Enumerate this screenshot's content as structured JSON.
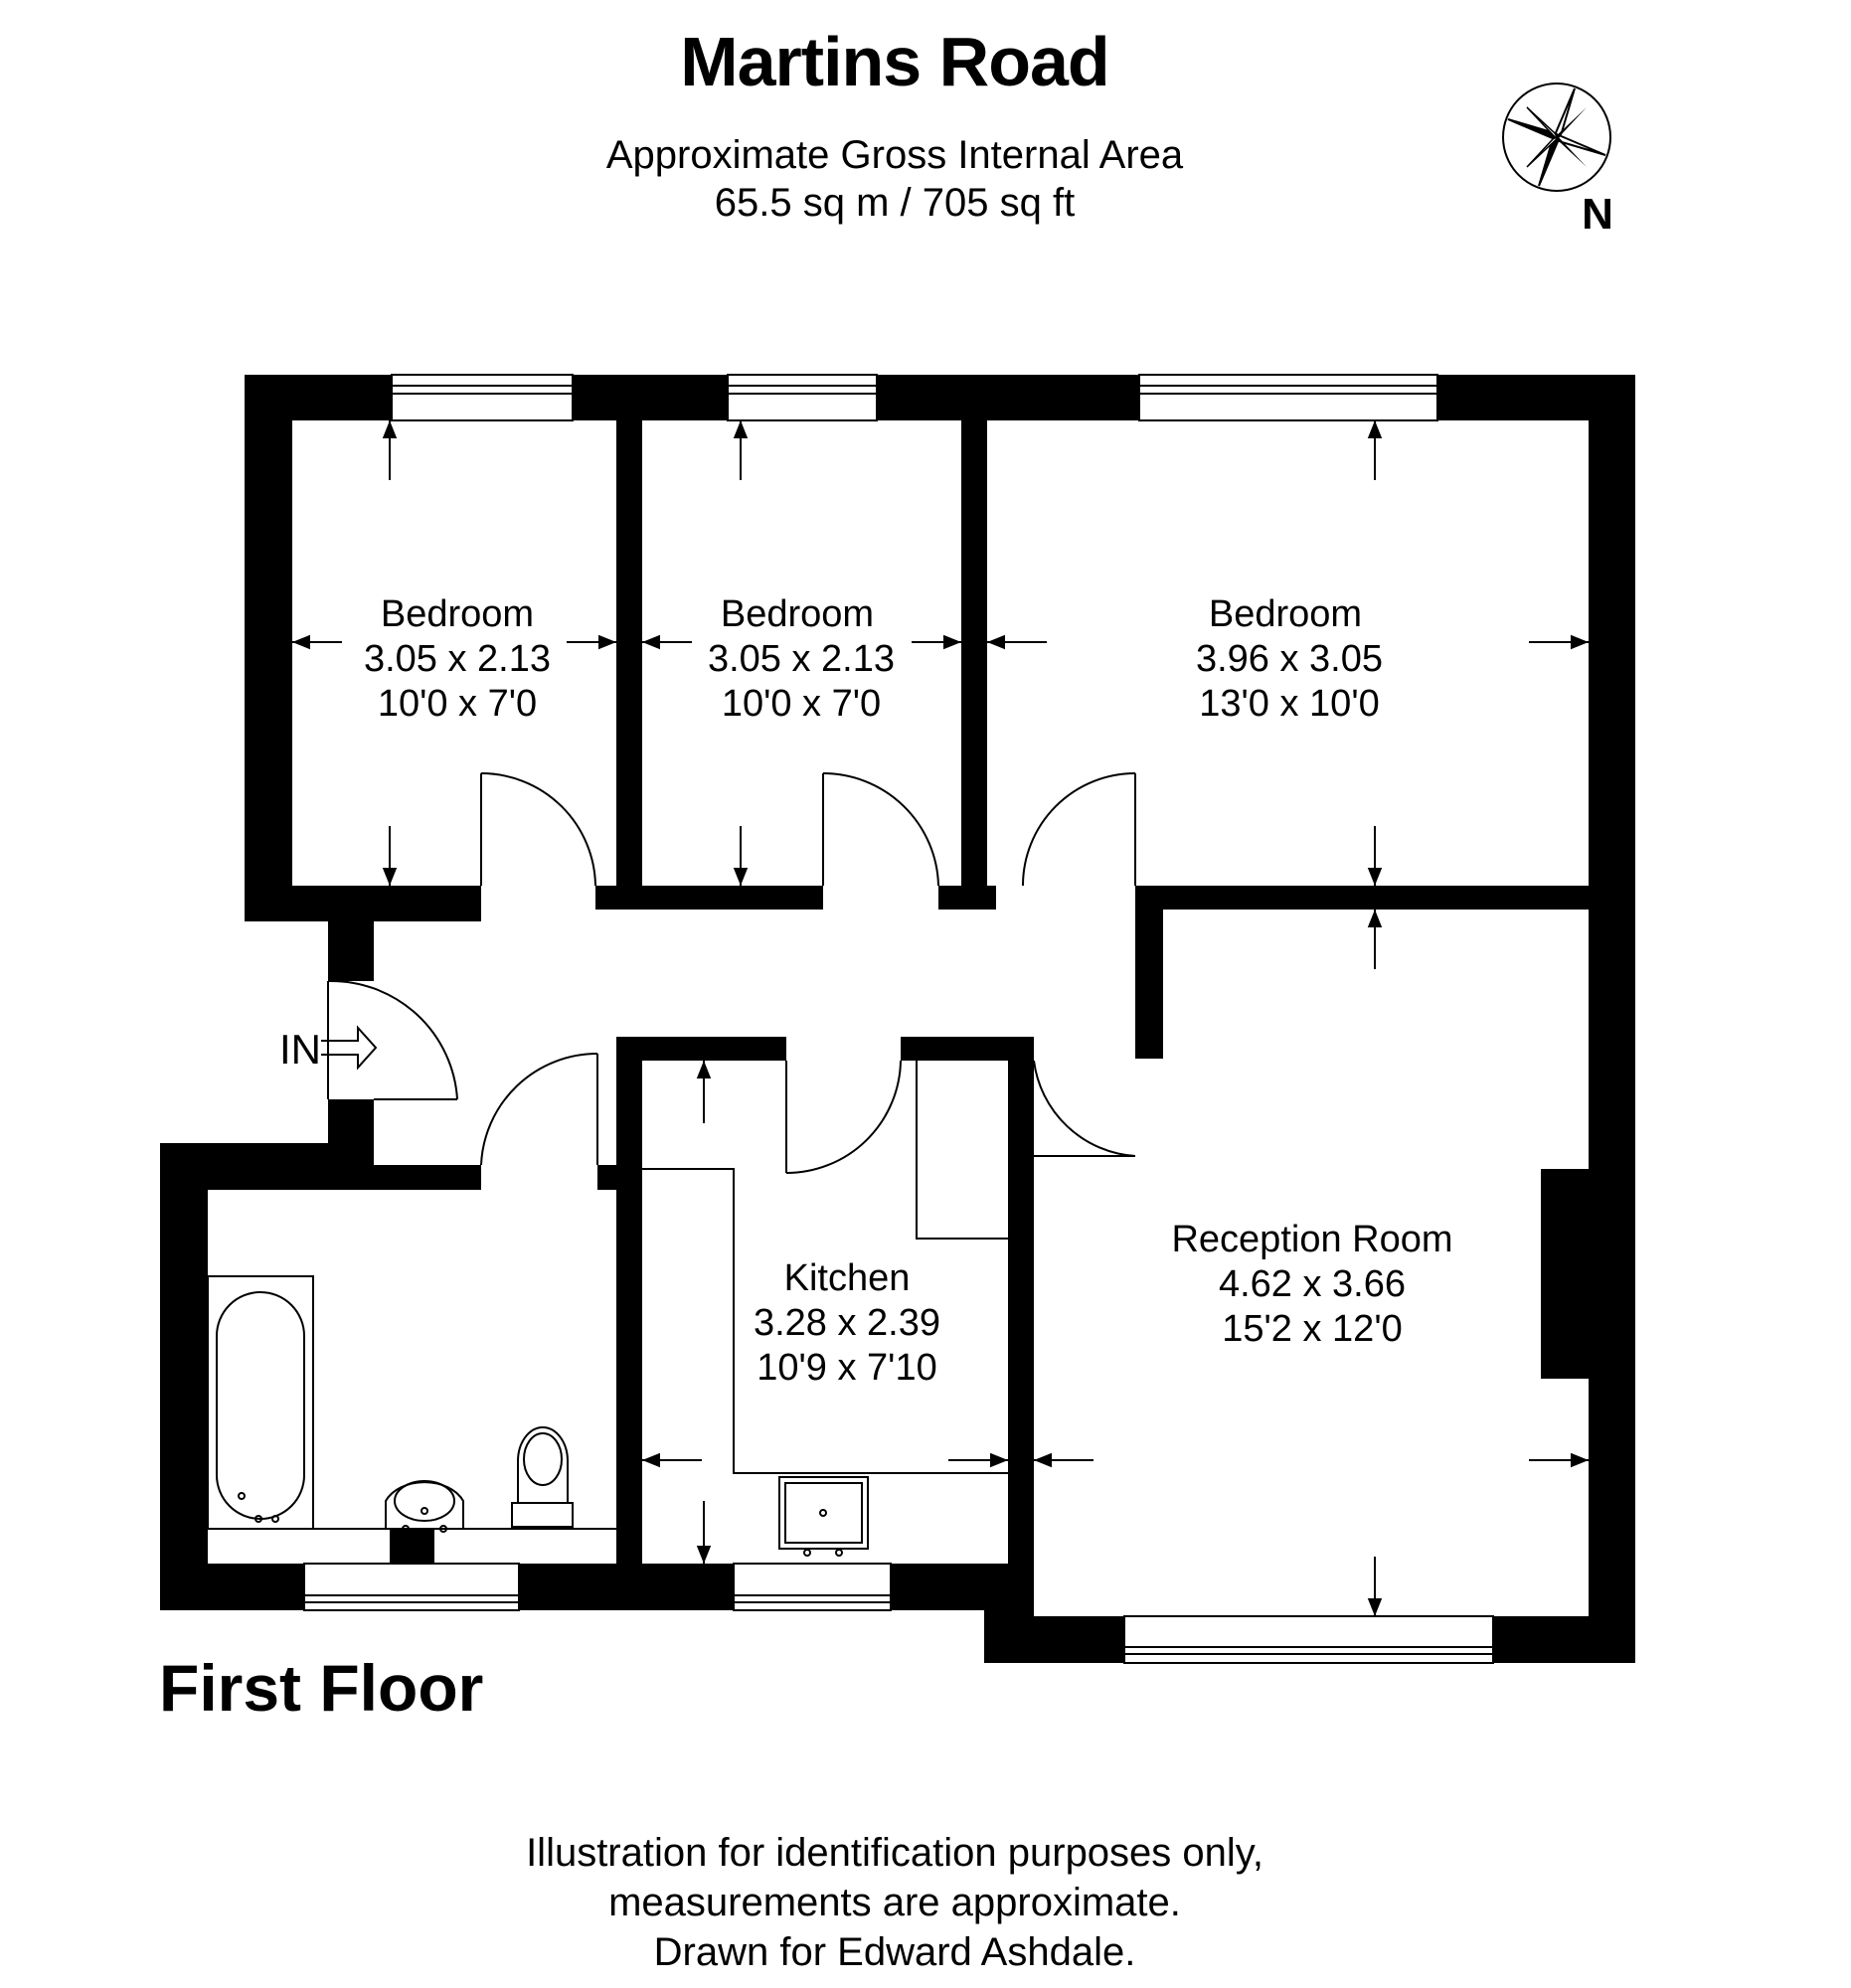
{
  "header": {
    "title": "Martins Road",
    "area_label": "Approximate Gross Internal Area",
    "area_value": "65.5 sq m / 705 sq ft"
  },
  "compass": {
    "label": "N",
    "icon": "north-compass-icon"
  },
  "entrance_label": "IN",
  "rooms": [
    {
      "name": "Bedroom",
      "metric": "3.05 x 2.13",
      "imperial": "10'0 x 7'0"
    },
    {
      "name": "Bedroom",
      "metric": "3.05 x 2.13",
      "imperial": "10'0 x 7'0"
    },
    {
      "name": "Bedroom",
      "metric": "3.96 x 3.05",
      "imperial": "13'0 x 10'0"
    },
    {
      "name": "Kitchen",
      "metric": "3.28 x 2.39",
      "imperial": "10'9 x 7'10"
    },
    {
      "name": "Reception Room",
      "metric": "4.62 x 3.66",
      "imperial": "15'2 x 12'0"
    }
  ],
  "floor_label": "First Floor",
  "disclaimer": {
    "line1": "Illustration for identification purposes only,",
    "line2": "measurements are approximate.",
    "line3": "Drawn for Edward Ashdale."
  },
  "colors": {
    "wall": "#000000",
    "background": "#ffffff"
  }
}
